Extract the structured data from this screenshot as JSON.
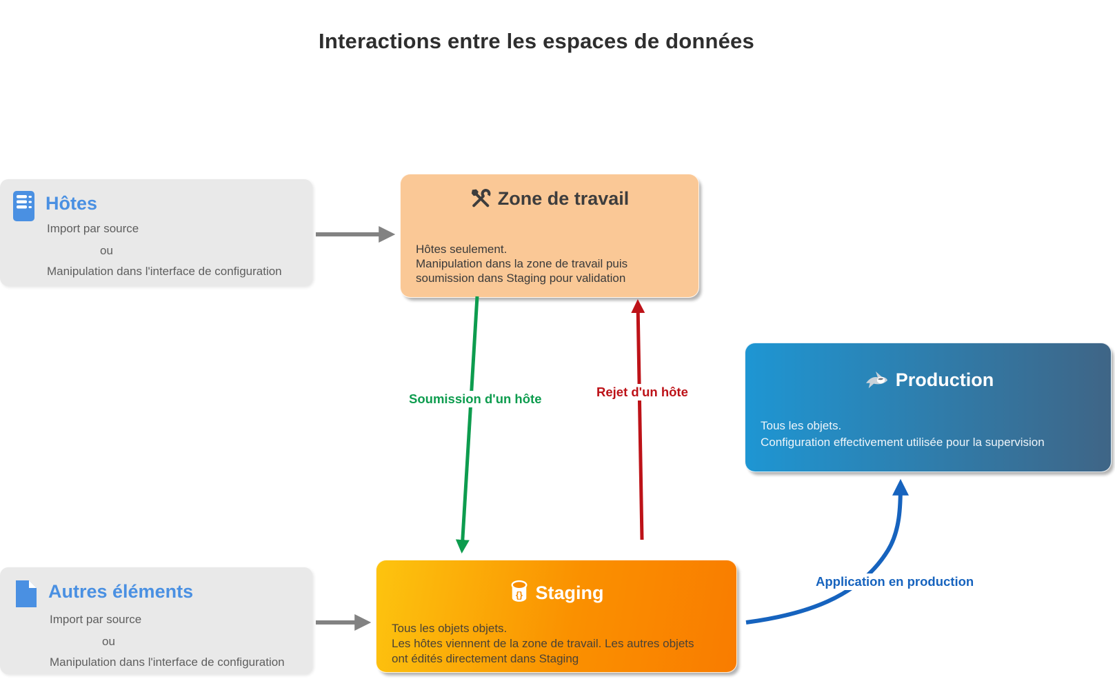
{
  "diagram": {
    "title": "Interactions entre les espaces de données"
  },
  "boxes": {
    "hotes": {
      "icon": "server-icon",
      "title": "Hôtes",
      "lines": [
        "Import par source",
        "ou",
        "Manipulation dans l'interface de configuration"
      ]
    },
    "autres_elements": {
      "icon": "document-icon",
      "title": "Autres éléments",
      "lines": [
        "Import par source",
        "ou",
        "Manipulation dans l'interface de configuration"
      ]
    },
    "zone_de_travail": {
      "icon": "tools-icon",
      "title": "Zone de travail",
      "body": [
        "Hôtes seulement.",
        "Manipulation dans la zone de travail puis",
        "soumission dans Staging pour validation"
      ]
    },
    "staging": {
      "icon": "database-icon",
      "title": "Staging",
      "body": [
        "Tous les objets objets.",
        "Les hôtes viennent de la zone de travail. Les autres objets",
        "ont édités directement dans Staging"
      ]
    },
    "production": {
      "icon": "shark-icon",
      "title": "Production",
      "body": [
        "Tous les objets.",
        "Configuration effectivement utilisée pour la supervision"
      ]
    }
  },
  "arrows": {
    "soumission": {
      "label": "Soumission d'un hôte",
      "color": "#0d9c4e"
    },
    "rejet": {
      "label": "Rejet d'un hôte",
      "color": "#bd1218"
    },
    "application": {
      "label": "Application en production",
      "color": "#1663be"
    },
    "import_hotes": {
      "color": "#828282"
    },
    "import_autres": {
      "color": "#828282"
    }
  },
  "colors": {
    "title_text": "#2e2e2e",
    "accent_blue": "#4a90e2",
    "panel_gray": "#e9e9e9",
    "zone_bg": "#fac896",
    "staging_gradient_start": "#fdc40f",
    "staging_gradient_end": "#f97c00",
    "production_gradient_start": "#1e96d3",
    "production_gradient_end": "#3f6586"
  }
}
